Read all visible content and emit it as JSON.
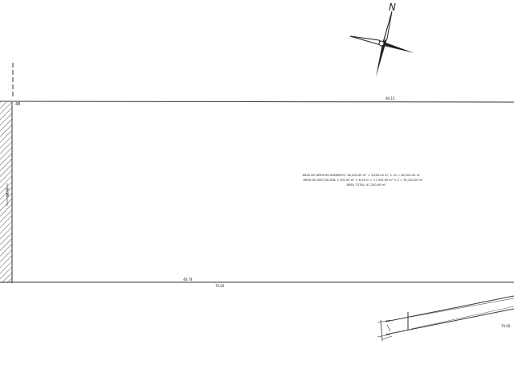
{
  "drawing": {
    "north_label": "N",
    "corner_mark": "48",
    "top_boundary_label": "90.15",
    "bottom_boundary_label": "48.74",
    "bottom_boundary_label_2": "70.00",
    "left_dimension": "58.70",
    "right_small_label": "70.00",
    "notes": [
      "ÁREA DE APROVECHAMIENTO: 38,500.00 m² = 3,850.00 m² × 10 = 38,500.00 m²",
      "ÁREA DE AFECTACIÓN: 2,700.00 m² × 6.50 m = 17,550.00 m² × 2 = 35,100.00 m²",
      "ÁREA TOTAL: 41,200.00 m²"
    ]
  },
  "colors": {
    "line": "#333333",
    "hatch": "#555555",
    "background": "#ffffff"
  },
  "icons": [
    "north-arrow-icon"
  ]
}
